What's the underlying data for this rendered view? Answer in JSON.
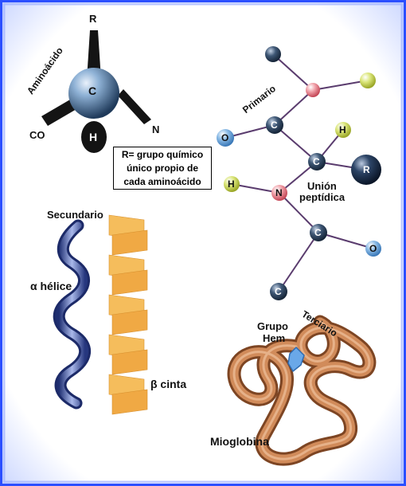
{
  "aminoacid": {
    "title": "Aminoácido",
    "r": "R",
    "c": "C",
    "co": "CO",
    "n": "N",
    "h": "H"
  },
  "definition": [
    "R= grupo químico",
    "único propio de",
    "cada aminoácido"
  ],
  "primary": {
    "title": "Primario",
    "o_left": "O",
    "c_top": "C",
    "h_top": "H",
    "c_mid": "C",
    "r": "R",
    "h_left": "H",
    "n": "N",
    "bond_line1": "Unión",
    "bond_line2": "peptídica",
    "c_low": "C",
    "o_right": "O",
    "c_bottom": "C"
  },
  "secondary": {
    "title": "Secundario",
    "alpha": "α hélice",
    "beta": "β cinta"
  },
  "tertiary": {
    "title": "Terciario",
    "heme_line1": "Grupo",
    "heme_line2": "Hem",
    "protein": "Mioglobina"
  },
  "colors": {
    "frame_blue": "#2b4fff",
    "bond_purple": "#5a3c6e",
    "atom_blue": "#5a9bd8",
    "atom_pink": "#e57b86",
    "atom_yellow": "#c8d846",
    "atom_dark": "#2e4560",
    "helix_blue": "#3a4d9a",
    "sheet_orange": "#f3b654",
    "myoglobin": "#c47a45"
  }
}
